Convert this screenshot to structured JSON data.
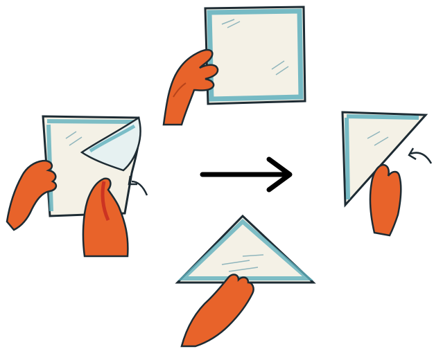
{
  "illustration": {
    "steps": [
      {
        "id": "hold-square",
        "description_icon": "hand-holding-square-sheet-icon"
      },
      {
        "id": "fold-corner",
        "description_icon": "hand-folding-corner-icon"
      },
      {
        "id": "folded-triangle",
        "description_icon": "hand-holding-folded-triangle-icon"
      },
      {
        "id": "triangle-held",
        "description_icon": "hand-holding-triangle-icon"
      }
    ],
    "colors": {
      "skin": "#e8632a",
      "skin_dark": "#b8431a",
      "sheet_fill": "#f4f1e6",
      "sheet_edge": "#5fb0bd",
      "outline": "#1d2b33",
      "arrow": "#000000"
    }
  }
}
